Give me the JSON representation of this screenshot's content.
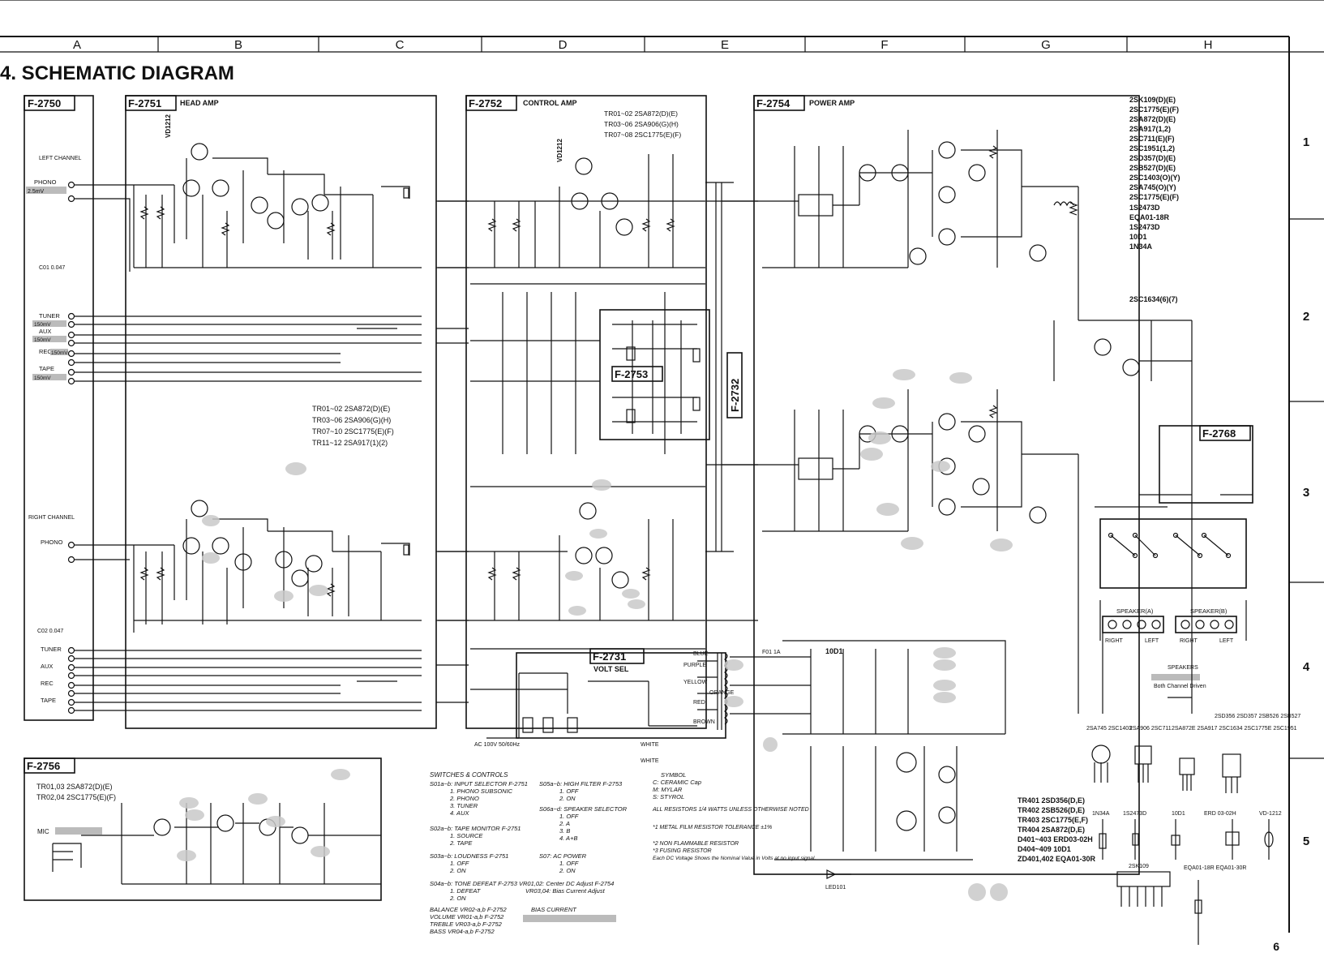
{
  "page": {
    "title": "4. SCHEMATIC DIAGRAM",
    "page_number": "6",
    "columns": [
      "A",
      "B",
      "C",
      "D",
      "E",
      "F",
      "G",
      "H"
    ],
    "rows": [
      "1",
      "2",
      "3",
      "4",
      "5"
    ]
  },
  "colors": {
    "ink": "#111111",
    "paper": "#ffffff",
    "highlight": "#c9c9c9"
  },
  "boards": {
    "f2750": {
      "label": "F-2750",
      "left_channel": "LEFT CHANNEL",
      "right_channel": "RIGHT CHANNEL",
      "inputs_left": [
        "PHONO",
        "TUNER",
        "AUX",
        "REC",
        "TAPE"
      ],
      "inputs_right": [
        "PHONO",
        "TUNER",
        "AUX",
        "REC",
        "TAPE"
      ],
      "phono_level": "2.5mV",
      "tuner_level": "150mV",
      "aux_level": "150mV",
      "rec_level": "150mV",
      "tape_level": "150mV",
      "c01": "C01 0.047",
      "c02": "C02 0.047"
    },
    "f2751": {
      "label": "F-2751",
      "subtitle": "HEAD AMP",
      "diode": "VD1212",
      "legend": [
        "TR01~02 2SA872(D)(E)",
        "TR03~06 2SA906(G)(H)",
        "TR07~10 2SC1775(E)(F)",
        "TR11~12 2SA917(1)(2)"
      ]
    },
    "f2752": {
      "label": "F-2752",
      "subtitle": "CONTROL AMP",
      "diode": "VD1212",
      "legend": [
        "TR01~02 2SA872(D)(E)",
        "TR03~06 2SA906(G)(H)",
        "TR07~08 2SC1775(E)(F)"
      ]
    },
    "f2753": {
      "label": "F-2753"
    },
    "f2732": {
      "label": "F-2732"
    },
    "f2754": {
      "label": "F-2754",
      "subtitle": "POWER AMP",
      "legend": [
        "2SK109(D)(E)",
        "2SC1775(E)(F)",
        "2SA872(D)(E)",
        "2SA917(1,2)",
        "2SC711(E)(F)",
        "2SC1951(1,2)",
        "2SD357(D)(E)",
        "2SB527(D)(E)",
        "2SC1403(O)(Y)",
        "2SA745(O)(Y)",
        "2SC1775(E)(F)",
        "1S2473D",
        "EQA01-18R",
        "1S2473D",
        "10D1",
        "1N34A"
      ],
      "tr23_25": "2SC1634(6)(7)"
    },
    "f2768": {
      "label": "F-2768",
      "speaker_a": "SPEAKER(A)",
      "speaker_b": "SPEAKER(B)",
      "right": "RIGHT",
      "left": "LEFT",
      "speakers_note": "SPEAKERS",
      "speakers_spec": "Both Channel Driven"
    },
    "f2731": {
      "label": "F-2731",
      "subtitle": "VOLT SEL",
      "ac_label": "AC 100V 50/60Hz",
      "wires": [
        "BLUE",
        "PURPLE",
        "YELLOW",
        "ORANGE",
        "RED",
        "BROWN",
        "WHITE",
        "WHITE"
      ],
      "fuse": "F01 1A",
      "diode": "10D1"
    },
    "f2756": {
      "label": "F-2756",
      "mic": "MIC",
      "legend": [
        "TR01,03 2SA872(D)(E)",
        "TR02,04 2SC1775(E)(F)"
      ]
    },
    "power_supply": {
      "led": "LED101",
      "legend": [
        "TR401 2SD356(D,E)",
        "TR402 2SB526(D,E)",
        "TR403 2SC1775(E,F)",
        "TR404 2SA872(D,E)",
        "D401~403 ERD03-02H",
        "D404~409 10D1",
        "ZD401,402 EQA01-30R"
      ]
    }
  },
  "switches": {
    "title": "SWITCHES & CONTROLS",
    "items": [
      "S01a~b: INPUT SELECTOR F-2751",
      "1. PHONO SUBSONIC",
      "2. PHONO",
      "3. TUNER",
      "4. AUX",
      "S02a~b: TAPE MONITOR F-2751",
      "1. SOURCE",
      "2. TAPE",
      "S03a~b: LOUDNESS F-2751",
      "1. OFF",
      "2. ON",
      "S04a~b: TONE DEFEAT F-2753",
      "1. DEFEAT",
      "2. ON",
      "BALANCE VR02-a,b F-2752",
      "VOLUME VR01-a,b F-2752",
      "TREBLE VR03-a,b F-2752",
      "BASS VR04-a,b F-2752"
    ],
    "items_right": [
      "S05a~b: HIGH FILTER F-2753",
      "1. OFF",
      "2. ON",
      "S06a~d: SPEAKER SELECTOR",
      "1. OFF",
      "2. A",
      "3. B",
      "4. A+B",
      "S07: AC POWER",
      "1. OFF",
      "2. ON",
      "VR01,02: Center DC Adjust F-2754",
      "VR03,04: Bias Current Adjust",
      "BIAS CURRENT"
    ]
  },
  "notes": {
    "symbols": [
      "SYMBOL",
      "C: CERAMIC Cap",
      "M: MYLAR",
      "S: STYROL"
    ],
    "resistors": "ALL RESISTORS 1/4 WATTS UNLESS OTHERWISE NOTED",
    "metal_film": "*1 METAL FILM RESISTOR TOLERANCE ±1%",
    "nonflammable": "*2 NON FLAMMABLE RESISTOR",
    "fusing": "*3 FUSING RESISTOR",
    "dc_note": "Each DC Voltage Shows the Nominal Value in Volts at no input signal."
  },
  "parts": {
    "packages_top": [
      "2SA745 2SC1403",
      "2SA906 2SC711",
      "2SA872E 2SA917 2SC1634 2SC1775E 2SC1951",
      "2SD356 2SD357 2SB526 2SB527"
    ],
    "packages_bottom": [
      "1N34A",
      "1S2473D",
      "10D1",
      "ERD 03-02H",
      "VD-1212"
    ],
    "module": "2SK109",
    "zener": "EQA01-18R EQA01-30R"
  }
}
